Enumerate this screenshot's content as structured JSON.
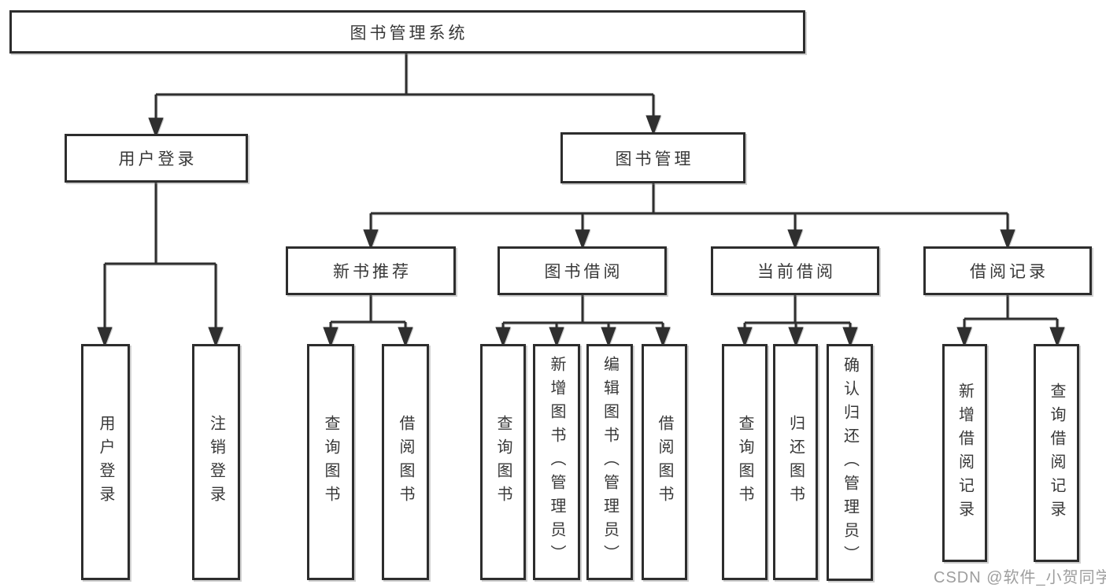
{
  "diagram": {
    "root": {
      "label": "图书管理系统"
    },
    "branches": [
      {
        "label": "用户登录",
        "children": [
          {
            "label": "用户登录"
          },
          {
            "label": "注销登录"
          }
        ]
      },
      {
        "label": "图书管理",
        "children": [
          {
            "label": "新书推荐",
            "children": [
              {
                "label": "查询图书"
              },
              {
                "label": "借阅图书"
              }
            ]
          },
          {
            "label": "图书借阅",
            "children": [
              {
                "label": "查询图书"
              },
              {
                "label": "新增图书（管理员）"
              },
              {
                "label": "编辑图书（管理员）"
              },
              {
                "label": "借阅图书"
              }
            ]
          },
          {
            "label": "当前借阅",
            "children": [
              {
                "label": "查询图书"
              },
              {
                "label": "归还图书"
              },
              {
                "label": "确认归还（管理员）"
              }
            ]
          },
          {
            "label": "借阅记录",
            "children": [
              {
                "label": "新增借阅记录"
              },
              {
                "label": "查询借阅记录"
              }
            ]
          }
        ]
      }
    ]
  },
  "watermark": {
    "text": "CSDN @软件_小贺同学"
  },
  "colors": {
    "box_border": "#2d2d2d",
    "line": "#2f2f2f",
    "text": "#383838",
    "watermark_text": "#9e9e9e",
    "background": "#ffffff"
  }
}
